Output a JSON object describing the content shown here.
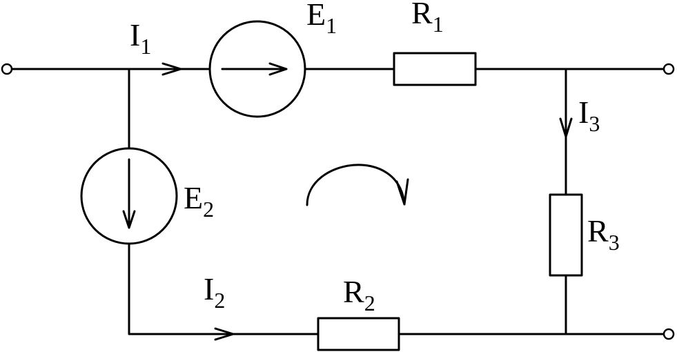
{
  "circuit": {
    "sources": [
      {
        "symbol": "E",
        "index": "1"
      },
      {
        "symbol": "E",
        "index": "2"
      }
    ],
    "resistors": [
      {
        "symbol": "R",
        "index": "1"
      },
      {
        "symbol": "R",
        "index": "2"
      },
      {
        "symbol": "R",
        "index": "3"
      }
    ],
    "currents": [
      {
        "symbol": "I",
        "index": "1"
      },
      {
        "symbol": "I",
        "index": "2"
      },
      {
        "symbol": "I",
        "index": "3"
      }
    ],
    "terminal_count": 3,
    "loop_direction": "clockwise"
  }
}
